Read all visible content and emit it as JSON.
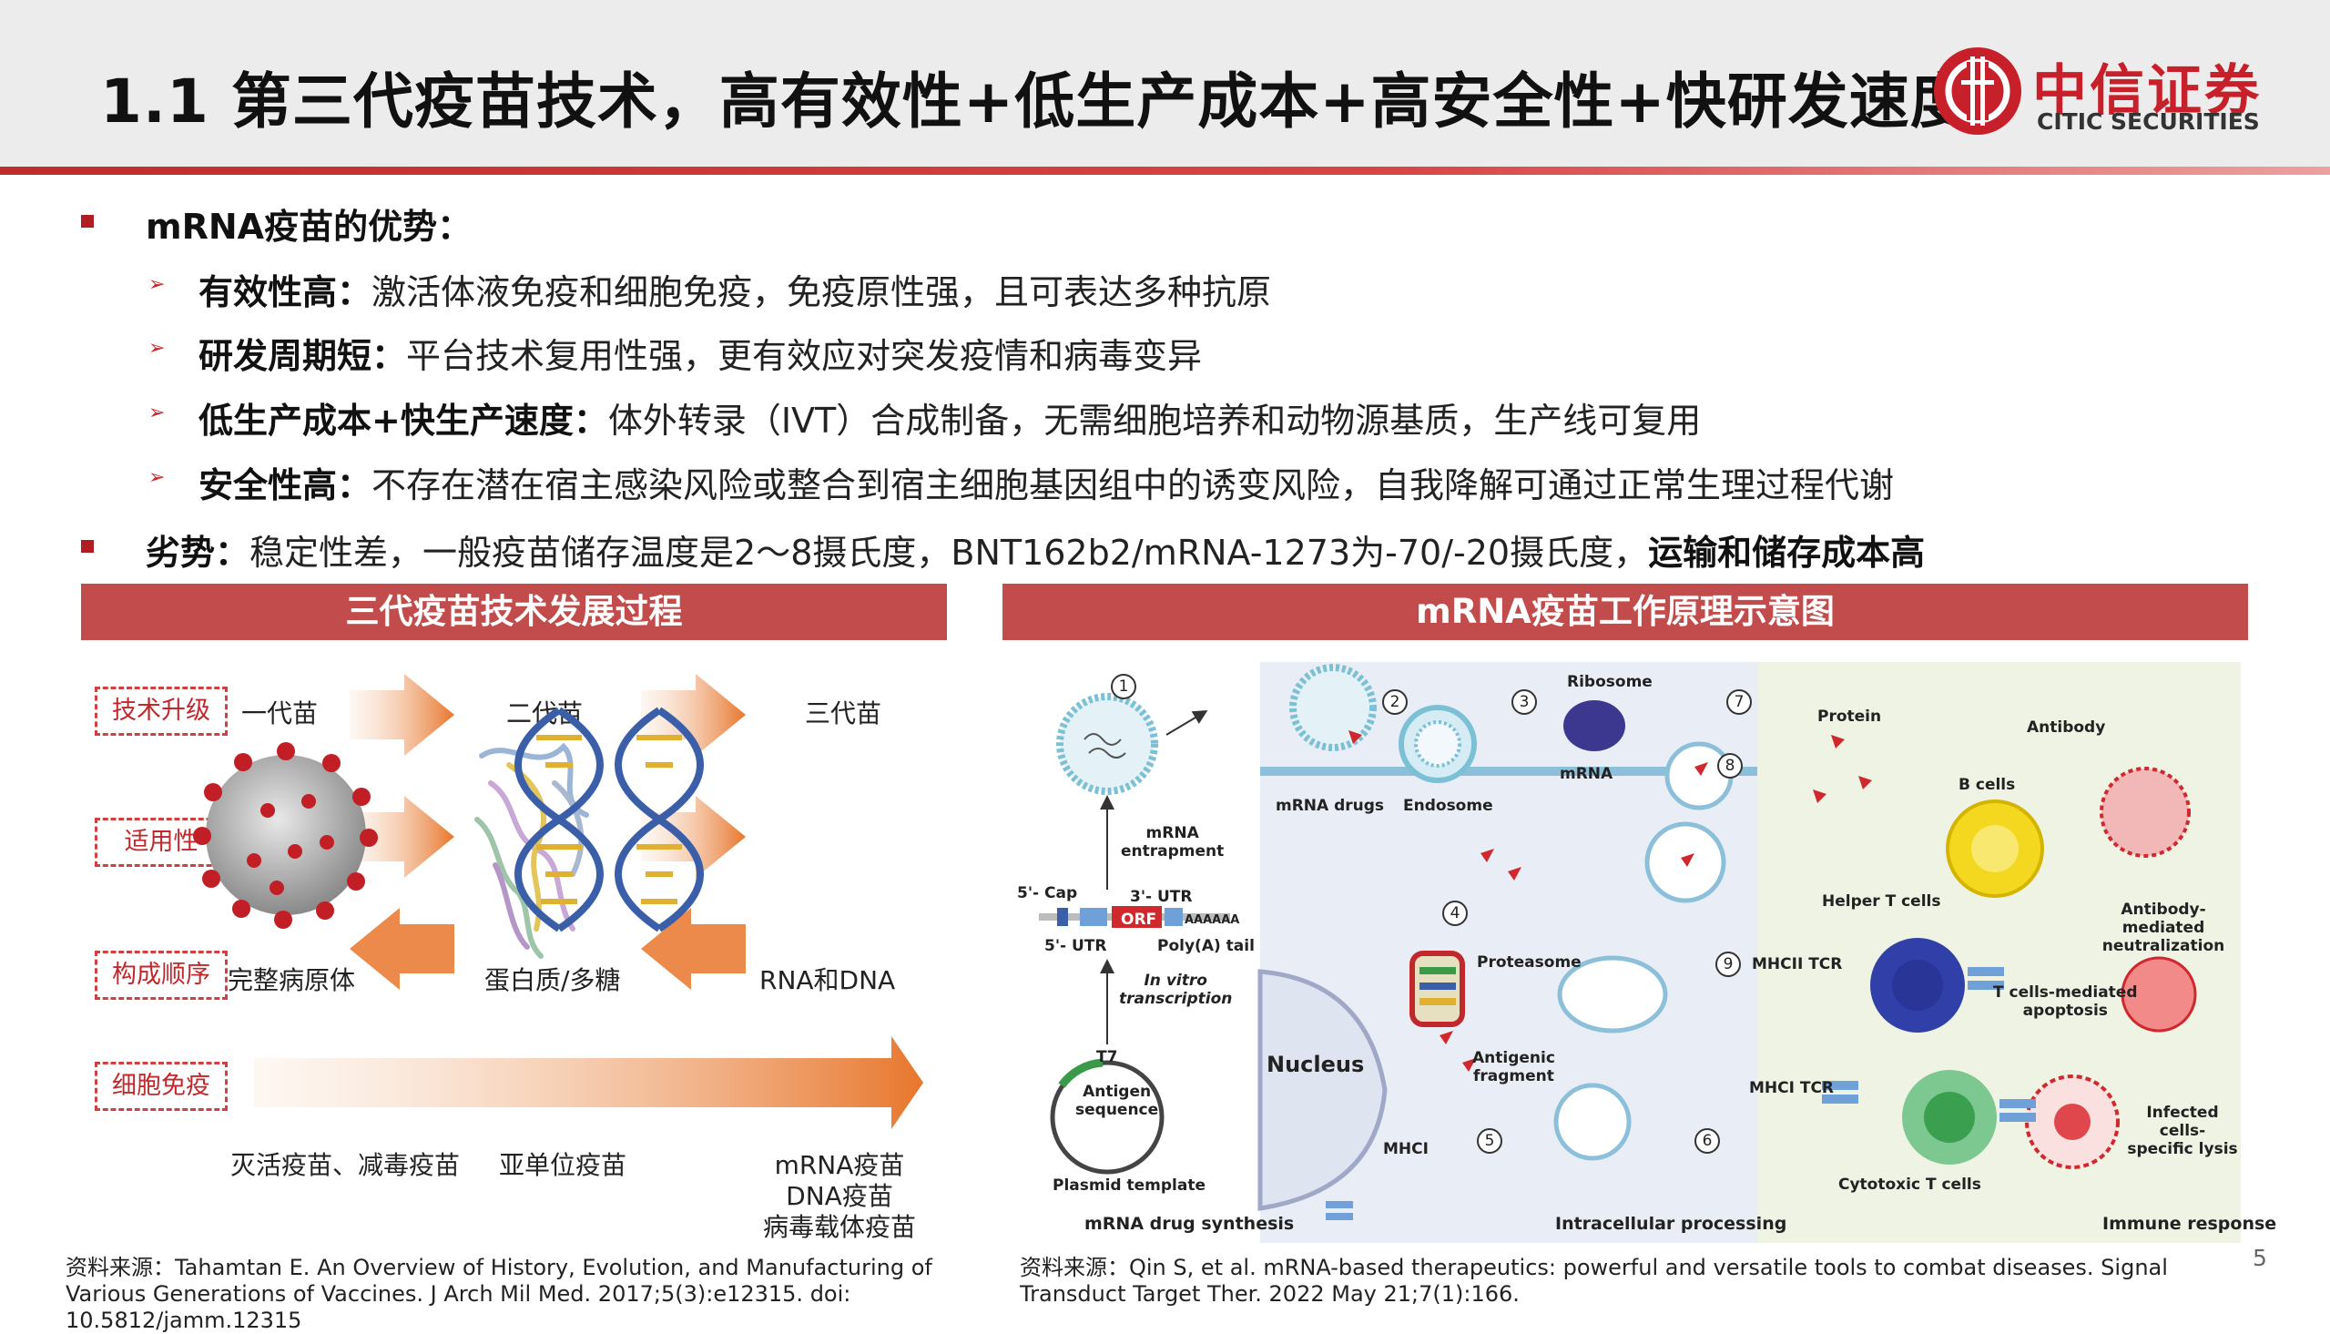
{
  "header": {
    "title": "1.1 第三代疫苗技术，高有效性+低生产成本+高安全性+快研发速度",
    "logo_cn": "中信证券",
    "logo_en": "CITIC SECURITIES"
  },
  "content": {
    "advantages_heading": "mRNA疫苗的优势：",
    "points": [
      {
        "label": "有效性高：",
        "text": "激活体液免疫和细胞免疫，免疫原性强，且可表达多种抗原"
      },
      {
        "label": "研发周期短：",
        "text": "平台技术复用性强，更有效应对突发疫情和病毒变异"
      },
      {
        "label": "低生产成本+快生产速度：",
        "text": "体外转录（IVT）合成制备，无需细胞培养和动物源基质，生产线可复用"
      },
      {
        "label": "安全性高：",
        "text": "不存在潜在宿主感染风险或整合到宿主细胞基因组中的诱变风险，自我降解可通过正常生理过程代谢"
      }
    ],
    "disadvantage_label": "劣势：",
    "disadvantage_text": "稳定性差，一般疫苗储存温度是2～8摄氏度，BNT162b2/mRNA-1273为-70/-20摄氏度，",
    "disadvantage_bold": "运输和储存成本高"
  },
  "left_panel": {
    "title": "三代疫苗技术发展过程",
    "row_labels": [
      "技术升级",
      "适用性",
      "构成顺序",
      "细胞免疫"
    ],
    "generations": [
      "一代苗",
      "二代苗",
      "三代苗"
    ],
    "compositions": [
      "完整病原体",
      "蛋白质/多糖",
      "RNA和DNA"
    ],
    "vaccine_types": [
      "灭活疫苗、减毒疫苗",
      "亚单位疫苗",
      "mRNA疫苗\nDNA疫苗\n病毒载体疫苗"
    ],
    "source": "资料来源：Tahamtan E. An Overview of History, Evolution, and Manufacturing of Various Generations of Vaccines. J Arch Mil Med. 2017;5(3):e12315. doi: 10.5812/jamm.12315"
  },
  "right_panel": {
    "title": "mRNA疫苗工作原理示意图",
    "labels": {
      "mrna_entrapment": "mRNA\nentrapment",
      "cap5": "5'- Cap",
      "utr3": "3'- UTR",
      "orf": "ORF",
      "polyA_seq": "AAAAAA",
      "utr5": "5'- UTR",
      "polyA": "Poly(A) tail",
      "invitro": "In vitro\ntranscription",
      "t7": "T7",
      "antigen_seq": "Antigen\nsequence",
      "plasmid": "Plasmid template",
      "synthesis": "mRNA drug synthesis",
      "mrna_drugs": "mRNA drugs",
      "endosome": "Endosome",
      "ribosome": "Ribosome",
      "mrna": "mRNA",
      "proteasome": "Proteasome",
      "nucleus": "Nucleus",
      "antigenic": "Antigenic\nfragment",
      "mhci": "MHCI",
      "intracellular": "Intracellular processing",
      "protein": "Protein",
      "antibody": "Antibody",
      "bcells": "B cells",
      "helper": "Helper T cells",
      "ab_neutral": "Antibody-mediated\nneutralization",
      "mhcii_tcr": "MHCII  TCR",
      "tcell_apop": "T cells-mediated\napoptosis",
      "mhci_tcr": "MHCI  TCR",
      "infected_lysis": "Infected cells-\nspecific lysis",
      "cytotoxic": "Cytotoxic T cells",
      "immune": "Immune response"
    },
    "step_numbers": [
      "1",
      "2",
      "3",
      "4",
      "5",
      "6",
      "7",
      "8",
      "9"
    ],
    "source": "资料来源：Qin S, et al. mRNA-based therapeutics: powerful and versatile tools to combat diseases. Signal Transduct Target Ther. 2022 May 21;7(1):166."
  },
  "page_number": "5",
  "colors": {
    "brand_red": "#c8202a",
    "panel_header": "#c24c4c",
    "arrow_orange": "#e8762c",
    "title_bg": "#ececec"
  }
}
